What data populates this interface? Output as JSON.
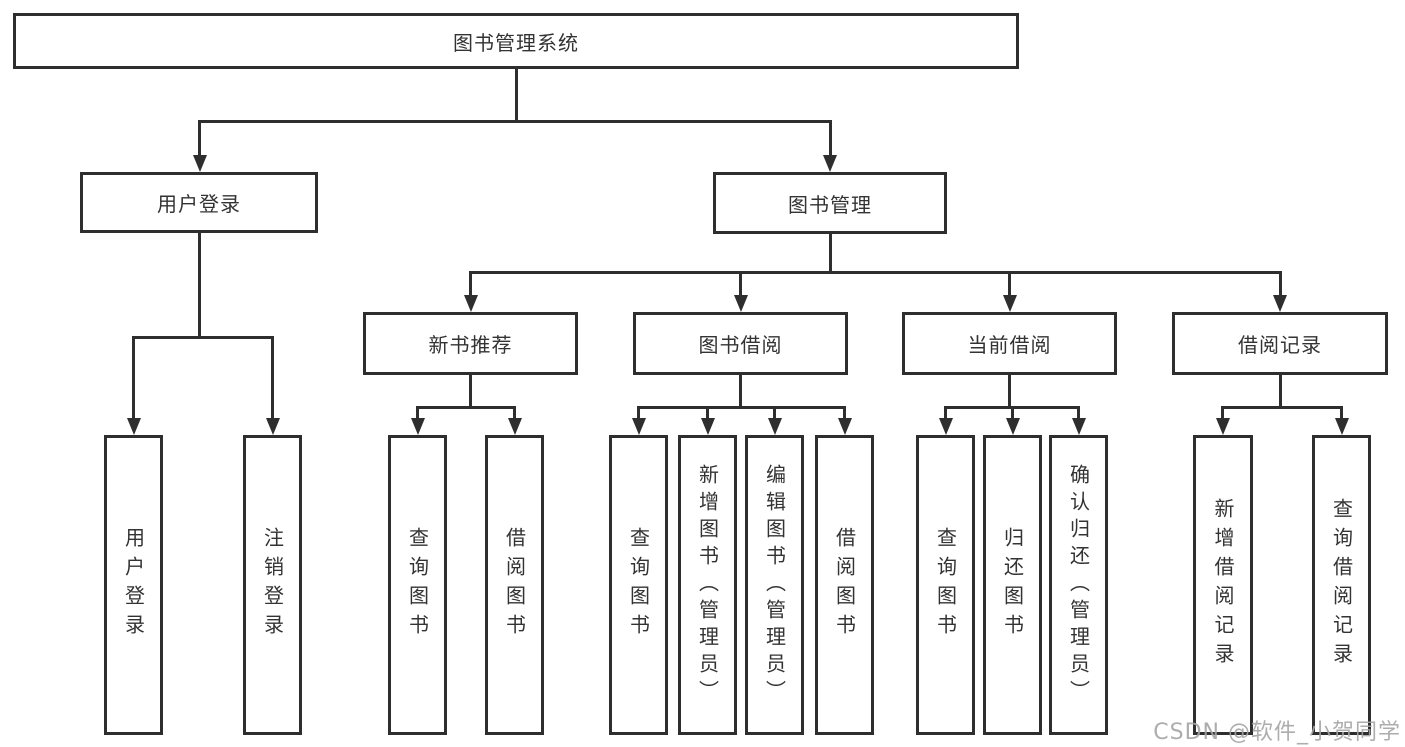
{
  "tree": {
    "label": "图书管理系统",
    "children": [
      {
        "label": "用户登录",
        "children": [
          {
            "label": "用户登录"
          },
          {
            "label": "注销登录"
          }
        ]
      },
      {
        "label": "图书管理",
        "children": [
          {
            "label": "新书推荐",
            "children": [
              {
                "label": "查询图书"
              },
              {
                "label": "借阅图书"
              }
            ]
          },
          {
            "label": "图书借阅",
            "children": [
              {
                "label": "查询图书"
              },
              {
                "label": "新增图书（管理员）"
              },
              {
                "label": "编辑图书（管理员）"
              },
              {
                "label": "借阅图书"
              }
            ]
          },
          {
            "label": "当前借阅",
            "children": [
              {
                "label": "查询图书"
              },
              {
                "label": "归还图书"
              },
              {
                "label": "确认归还（管理员）"
              }
            ]
          },
          {
            "label": "借阅记录",
            "children": [
              {
                "label": "新增借阅记录"
              },
              {
                "label": "查询借阅记录"
              }
            ]
          }
        ]
      }
    ]
  },
  "watermark": {
    "text": "CSDN @软件_小贺同学"
  },
  "colors": {
    "line": "#2e2e2e",
    "text": "#333333",
    "background": "#ffffff",
    "watermark": "#a4a4a4"
  }
}
